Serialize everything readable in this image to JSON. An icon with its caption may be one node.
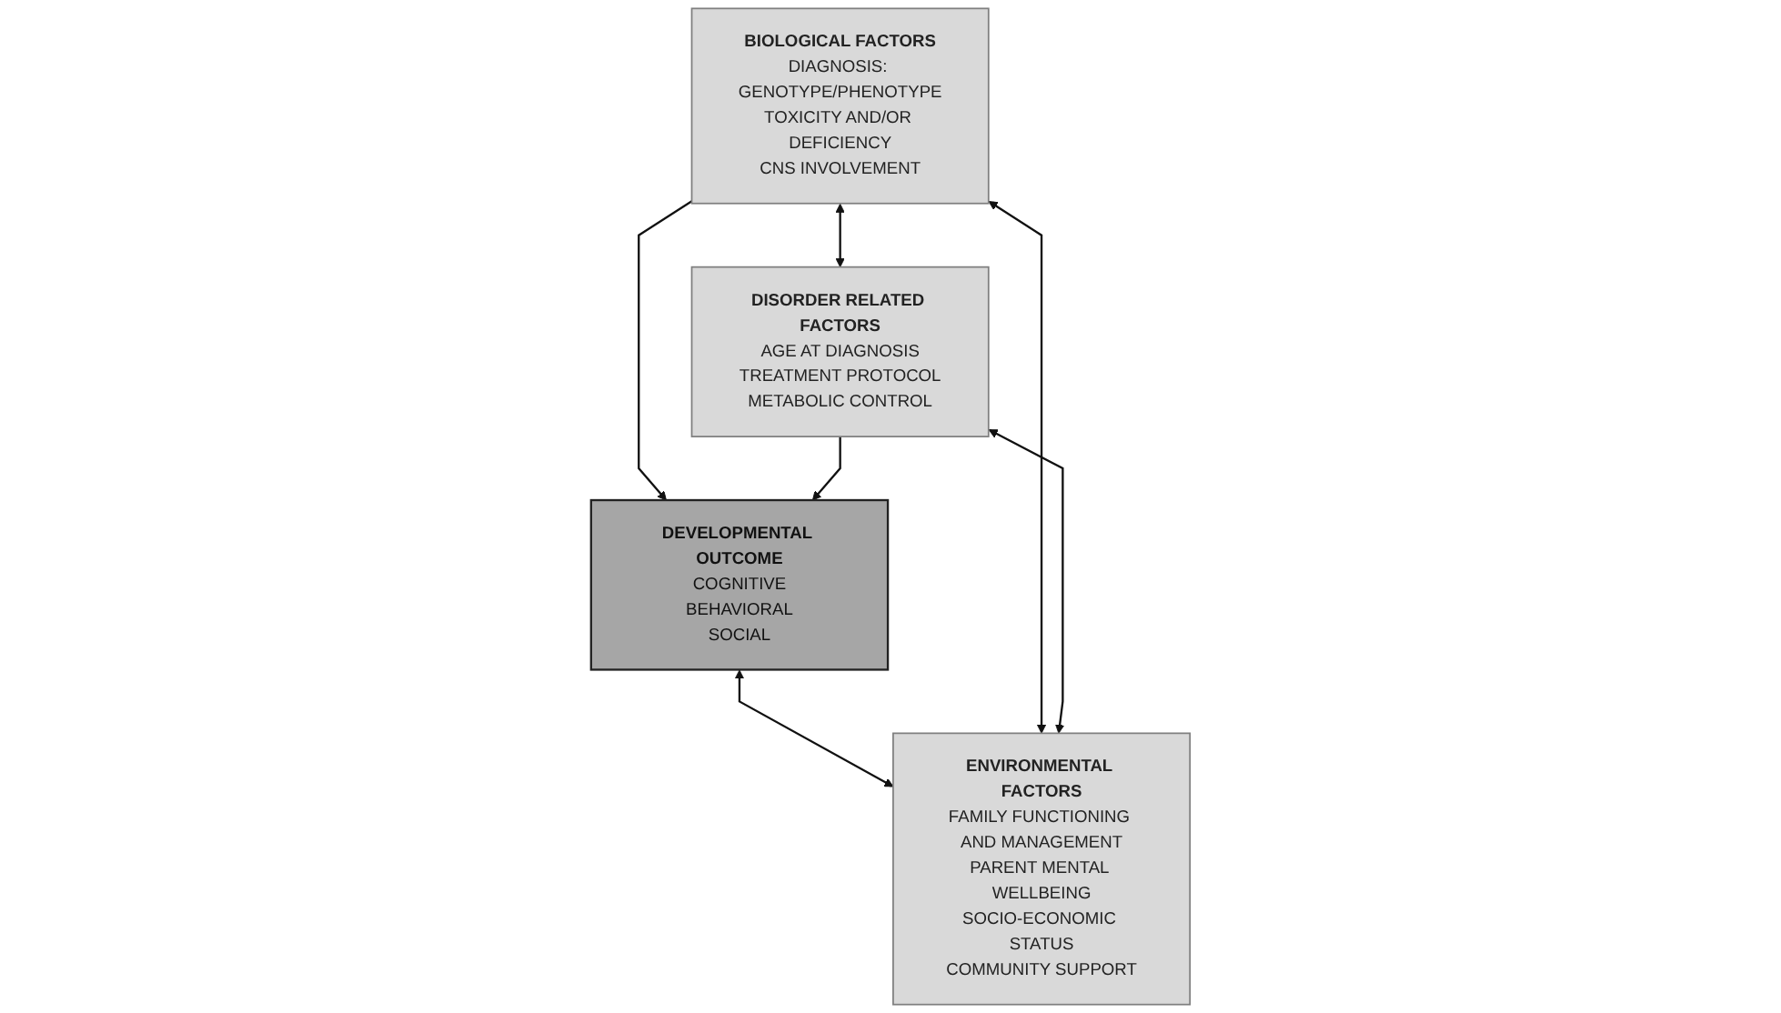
{
  "diagram": {
    "nodes": [
      {
        "text": [
          "BIOLOGICAL FACTORS",
          "DIAGNOSIS: GENOTYPE/PHENOTYPE",
          "TOXICITY AND/OR DEFICIENCY",
          "CNS INVOLVEMENT"
        ]
      },
      {
        "text": [
          "DISORDER RELATED FACTORS",
          "AGE AT DIAGNOSIS",
          "TREATMENT PROTOCOL",
          "METABOLIC CONTROL"
        ]
      },
      {
        "text": [
          "DEVELOPMENTAL OUTCOME",
          "COGNITIVE",
          "BEHAVIORAL",
          "SOCIAL"
        ]
      },
      {
        "text": [
          "ENVIRONMENTAL FACTORS",
          "FAMILY FUNCTIONING AND MANAGEMENT",
          "PARENT MENTAL WELLBEING",
          "SOCIO-ECONOMIC STATUS",
          "COMMUNITY SUPPORT"
        ]
      }
    ],
    "edges": [
      {
        "from": 0,
        "to": 1,
        "arrow": "both"
      },
      {
        "from": 0,
        "to": 2,
        "arrow": "to"
      },
      {
        "from": 1,
        "to": 2,
        "arrow": "to"
      },
      {
        "from": 2,
        "to": 3,
        "arrow": "both"
      },
      {
        "from": 0,
        "to": 3,
        "arrow": "both"
      },
      {
        "from": 1,
        "to": 3,
        "arrow": "both"
      }
    ]
  }
}
